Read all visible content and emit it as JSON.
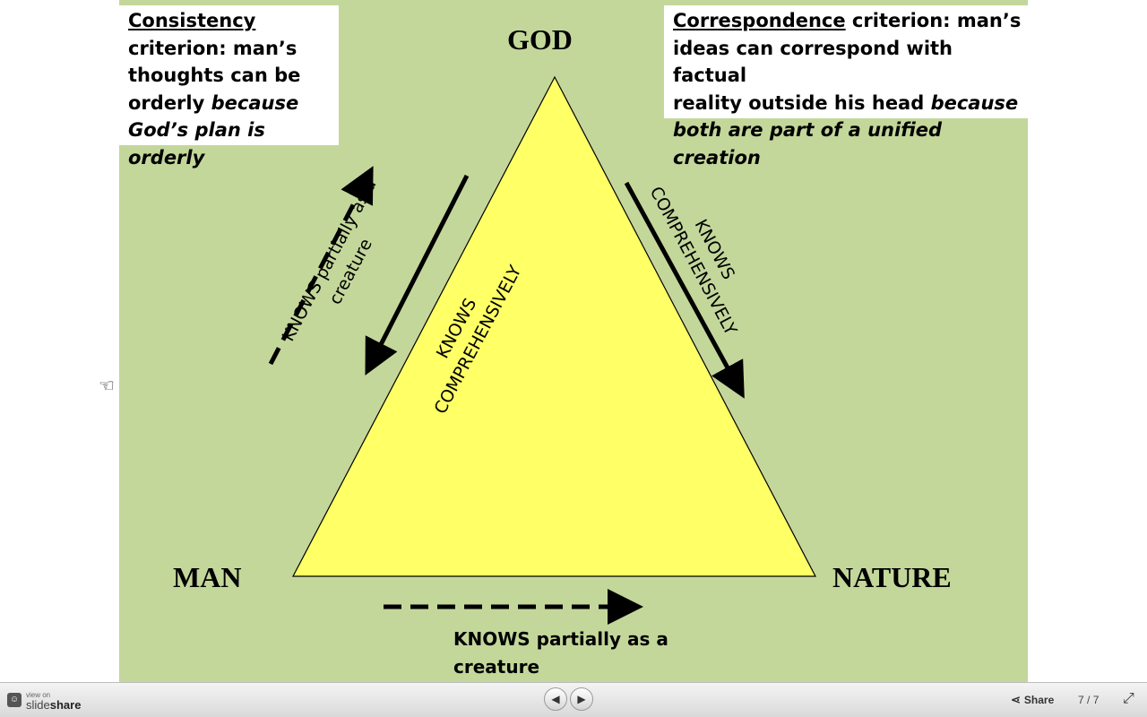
{
  "slide": {
    "background_color": "#c4d79b",
    "triangle_color": "#ffff66",
    "consistency": {
      "title": "Consistency",
      "line1": " criterion:  man’s",
      "line2": "thoughts can be",
      "line3": "orderly ",
      "italic1": "because",
      "italic2": "God’s plan is orderly"
    },
    "correspondence": {
      "title": "Correspondence",
      "line1": " criterion:  man’s",
      "line2": "ideas can correspond with factual",
      "line3": "reality outside his head ",
      "italic1": "because",
      "italic2": "both are part of a unified creation"
    },
    "vertices": {
      "god": "GOD",
      "man": "MAN",
      "nature": "NATURE"
    },
    "labels": {
      "left_outer_1": "KNOWS partially as a",
      "left_outer_2": "creature",
      "left_inner_1": "KNOWS",
      "left_inner_2": "COMPREHENSIVELY",
      "right_1": "KNOWS",
      "right_2": "COMPREHENSIVELY",
      "bottom_1": "KNOWS partially as a",
      "bottom_2": "creature"
    }
  },
  "toolbar": {
    "view_on": "view on",
    "brand_light": "slide",
    "brand_bold": "share",
    "share_label": "Share",
    "page_current": "7",
    "page_total": "/ 7",
    "icons": {
      "logo": "slideshare-logo-icon",
      "prev": "prev-arrow-icon",
      "next": "next-arrow-icon",
      "share": "share-icon",
      "fullscreen": "fullscreen-icon"
    }
  }
}
